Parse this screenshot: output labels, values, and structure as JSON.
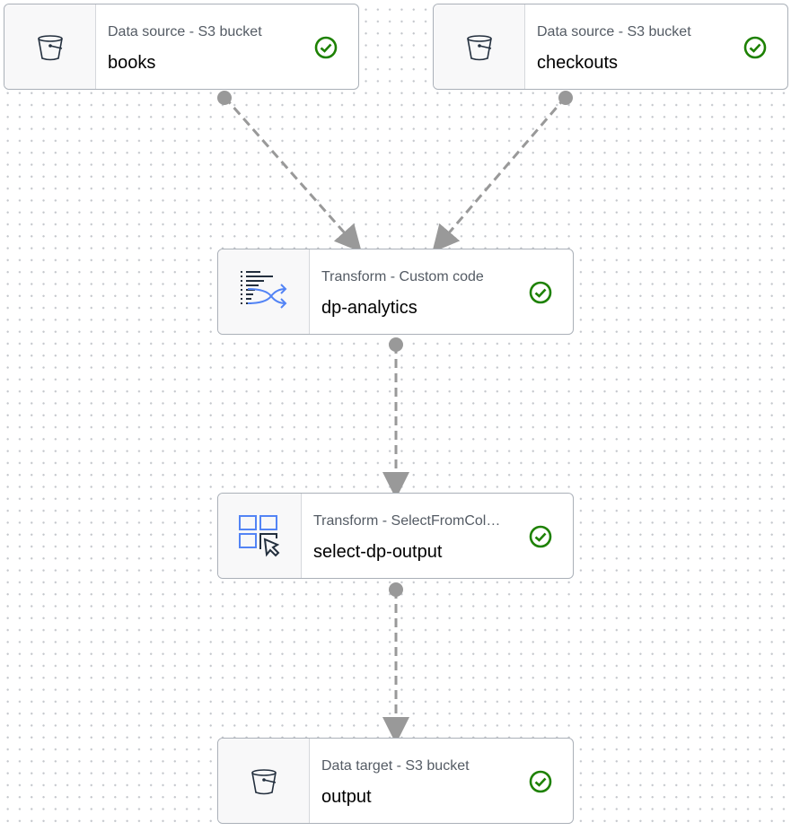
{
  "nodes": [
    {
      "type_label": "Data source - S3 bucket",
      "name": "books",
      "icon": "s3-bucket-icon",
      "status": "success"
    },
    {
      "type_label": "Data source - S3 bucket",
      "name": "checkouts",
      "icon": "s3-bucket-icon",
      "status": "success"
    },
    {
      "type_label": "Transform - Custom code",
      "name": "dp-analytics",
      "icon": "custom-code-transform-icon",
      "status": "success"
    },
    {
      "type_label": "Transform - SelectFromCol…",
      "name": "select-dp-output",
      "icon": "select-from-collection-icon",
      "status": "success"
    },
    {
      "type_label": "Data target - S3 bucket",
      "name": "output",
      "icon": "s3-bucket-icon",
      "status": "success"
    }
  ],
  "colors": {
    "success": "#1d8102",
    "edge": "#8d9196",
    "accent": "#5384f5"
  }
}
